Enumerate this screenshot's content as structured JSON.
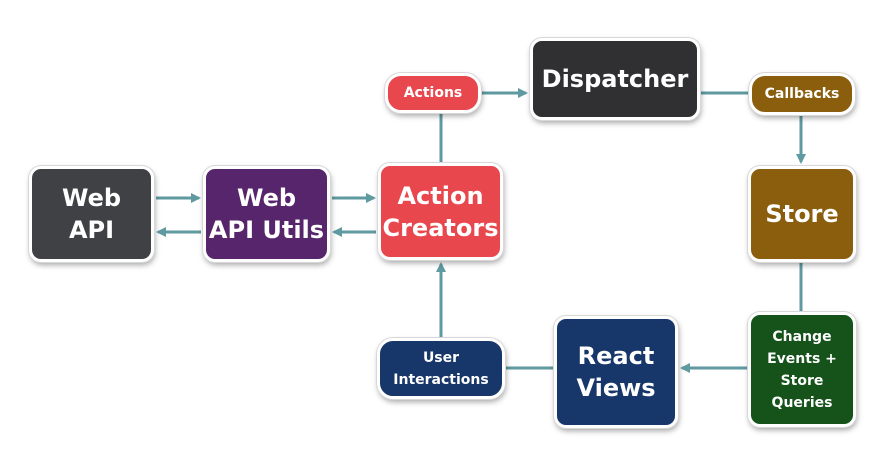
{
  "colors": {
    "connector": "#5e9aa0",
    "web_api": "#3f4145",
    "web_api_utils": "#56256b",
    "action": "#e8474e",
    "dispatcher": "#303033",
    "store": "#8b5e0e",
    "change_events": "#15531b",
    "views": "#173669"
  },
  "nodes": {
    "web_api": "Web\nAPI",
    "web_api_utils": "Web\nAPI Utils",
    "action_creators": "Action\nCreators",
    "actions": "Actions",
    "dispatcher": "Dispatcher",
    "callbacks": "Callbacks",
    "store": "Store",
    "change_events": "Change\nEvents +\nStore\nQueries",
    "react_views": "React\nViews",
    "user_interactions": "User\nInteractions"
  }
}
